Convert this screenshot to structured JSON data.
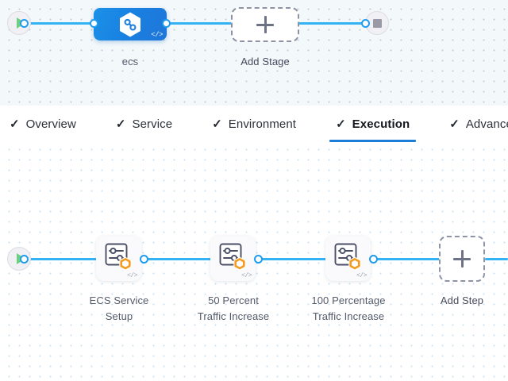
{
  "theme": {
    "accent_blue": "#1d7ed8",
    "edge_blue": "#34b3f4",
    "node_blue": "#1a7fe0",
    "badge_orange": "#f59b1c",
    "play_green": "#6cd07f",
    "stop_gray": "#9a9aa6",
    "stage_canvas_bg": "#f3f8fb",
    "step_canvas_bg": "#ffffff",
    "label_color": "#555a6b"
  },
  "stage_graph": {
    "start_node": {
      "name": "pipeline-start",
      "icon": "play-icon"
    },
    "end_node": {
      "name": "pipeline-end",
      "icon": "stop-icon"
    },
    "stages": [
      {
        "label": "ecs",
        "icon": "harness-hexagon-icon",
        "code_glyph": "</>"
      }
    ],
    "add_stage": {
      "label": "Add Stage",
      "icon": "plus-icon"
    }
  },
  "tabs": [
    {
      "label": "Overview",
      "check": "✓",
      "active": false
    },
    {
      "label": "Service",
      "check": "✓",
      "active": false
    },
    {
      "label": "Environment",
      "check": "✓",
      "active": false
    },
    {
      "label": "Execution",
      "check": "✓",
      "active": true
    },
    {
      "label": "Advanced",
      "check": "✓",
      "active": false
    }
  ],
  "step_graph": {
    "start_node": {
      "name": "execution-start",
      "icon": "play-icon"
    },
    "steps": [
      {
        "label_line1": "ECS Service",
        "label_line2": "Setup",
        "icon": "step-settings-icon",
        "badge": "hexagon-badge",
        "code_glyph": "</>"
      },
      {
        "label_line1": "50 Percent",
        "label_line2": "Traffic Increase",
        "icon": "step-settings-icon",
        "badge": "hexagon-badge",
        "code_glyph": "</>"
      },
      {
        "label_line1": "100 Percentage",
        "label_line2": "Traffic Increase",
        "icon": "step-settings-icon",
        "badge": "hexagon-badge",
        "code_glyph": "</>"
      }
    ],
    "add_step": {
      "label": "Add Step",
      "icon": "plus-icon"
    }
  }
}
